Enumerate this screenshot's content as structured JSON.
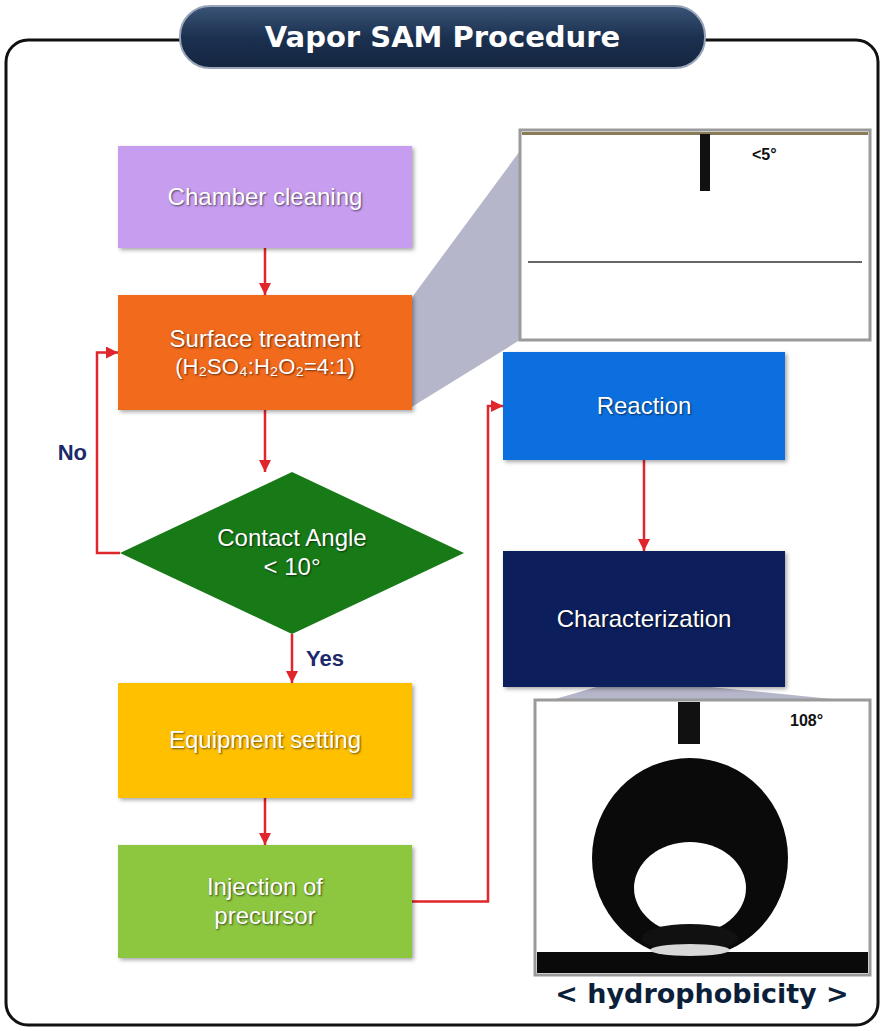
{
  "diagram": {
    "title": "Vapor SAM Procedure",
    "nodes": [
      {
        "text": [
          "Chamber cleaning"
        ]
      },
      {
        "text": [
          "Surface treatment",
          "(H₂SO₄:H₂O₂=4:1)"
        ]
      },
      {
        "text": [
          "Contact Angle < 10°"
        ]
      },
      {
        "text": [
          "Equipment setting"
        ]
      },
      {
        "text": [
          "Injection of precursor"
        ]
      },
      {
        "text": [
          "Reaction"
        ]
      },
      {
        "text": [
          "Characterization"
        ]
      }
    ],
    "edges": [
      {
        "from": 0,
        "to": 1,
        "arrow": "to"
      },
      {
        "from": 1,
        "to": 2,
        "arrow": "to"
      },
      {
        "from": 2,
        "to": 1,
        "label": "No",
        "arrow": "to"
      },
      {
        "from": 2,
        "to": 3,
        "label": "Yes",
        "arrow": "to"
      },
      {
        "from": 3,
        "to": 4,
        "arrow": "to"
      },
      {
        "from": 4,
        "to": 5,
        "arrow": "to"
      },
      {
        "from": 5,
        "to": 6,
        "arrow": "to"
      }
    ],
    "labels": [
      "<5°",
      "108°",
      "< hydrophobicity >"
    ]
  }
}
